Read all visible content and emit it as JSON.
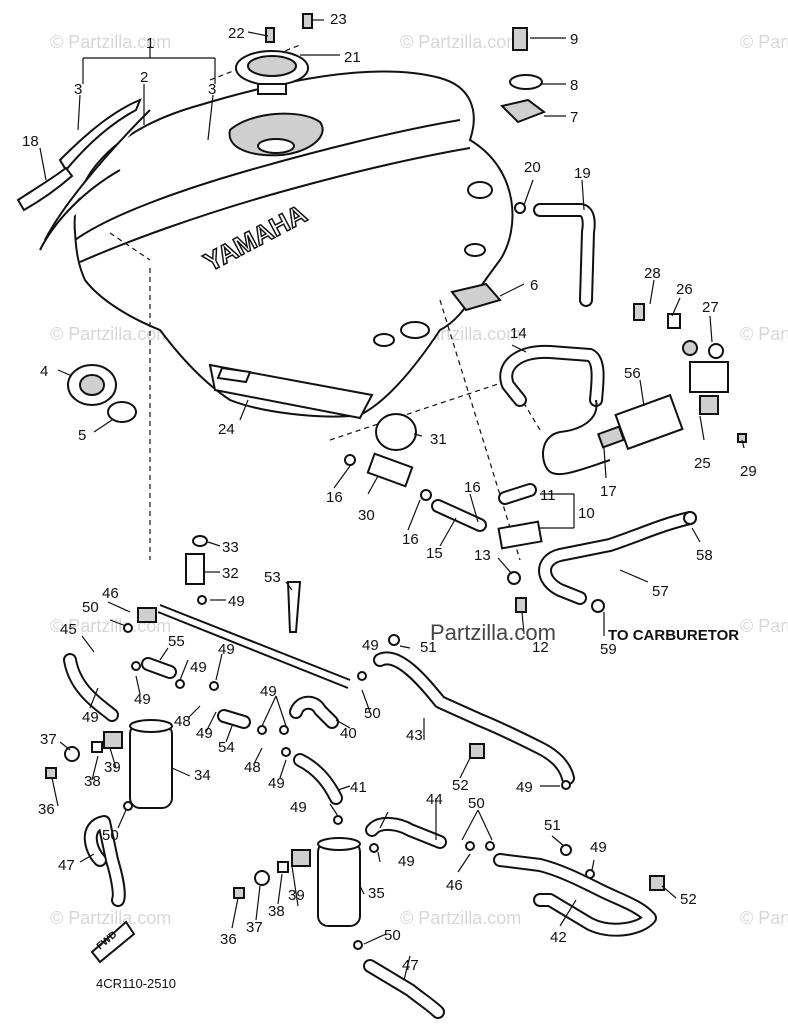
{
  "diagram": {
    "drawing_code": "4CR110-2510",
    "note_to_carburetor": "TO CARBURETOR",
    "tank_brand": "YAMAHA",
    "fwd_label": "FWD",
    "watermark_main": "Partzilla.com",
    "watermark_tile": "© Partzilla.com",
    "callouts": [
      {
        "id": "c1",
        "text": "1"
      },
      {
        "id": "c2",
        "text": "2"
      },
      {
        "id": "c3a",
        "text": "3"
      },
      {
        "id": "c3b",
        "text": "3"
      },
      {
        "id": "c4",
        "text": "4"
      },
      {
        "id": "c5",
        "text": "5"
      },
      {
        "id": "c6",
        "text": "6"
      },
      {
        "id": "c7",
        "text": "7"
      },
      {
        "id": "c8",
        "text": "8"
      },
      {
        "id": "c9",
        "text": "9"
      },
      {
        "id": "c10",
        "text": "10"
      },
      {
        "id": "c11",
        "text": "11"
      },
      {
        "id": "c12",
        "text": "12"
      },
      {
        "id": "c13",
        "text": "13"
      },
      {
        "id": "c14",
        "text": "14"
      },
      {
        "id": "c15",
        "text": "15"
      },
      {
        "id": "c16a",
        "text": "16"
      },
      {
        "id": "c16b",
        "text": "16"
      },
      {
        "id": "c16c",
        "text": "16"
      },
      {
        "id": "c17",
        "text": "17"
      },
      {
        "id": "c18",
        "text": "18"
      },
      {
        "id": "c19",
        "text": "19"
      },
      {
        "id": "c20",
        "text": "20"
      },
      {
        "id": "c21",
        "text": "21"
      },
      {
        "id": "c22",
        "text": "22"
      },
      {
        "id": "c23",
        "text": "23"
      },
      {
        "id": "c24",
        "text": "24"
      },
      {
        "id": "c25",
        "text": "25"
      },
      {
        "id": "c26",
        "text": "26"
      },
      {
        "id": "c27",
        "text": "27"
      },
      {
        "id": "c28",
        "text": "28"
      },
      {
        "id": "c29",
        "text": "29"
      },
      {
        "id": "c30",
        "text": "30"
      },
      {
        "id": "c31",
        "text": "31"
      },
      {
        "id": "c32",
        "text": "32"
      },
      {
        "id": "c33",
        "text": "33"
      },
      {
        "id": "c34",
        "text": "34"
      },
      {
        "id": "c35",
        "text": "35"
      },
      {
        "id": "c36a",
        "text": "36"
      },
      {
        "id": "c36b",
        "text": "36"
      },
      {
        "id": "c37a",
        "text": "37"
      },
      {
        "id": "c37b",
        "text": "37"
      },
      {
        "id": "c38a",
        "text": "38"
      },
      {
        "id": "c38b",
        "text": "38"
      },
      {
        "id": "c39a",
        "text": "39"
      },
      {
        "id": "c39b",
        "text": "39"
      },
      {
        "id": "c40",
        "text": "40"
      },
      {
        "id": "c41",
        "text": "41"
      },
      {
        "id": "c42",
        "text": "42"
      },
      {
        "id": "c43",
        "text": "43"
      },
      {
        "id": "c44",
        "text": "44"
      },
      {
        "id": "c45",
        "text": "45"
      },
      {
        "id": "c46a",
        "text": "46"
      },
      {
        "id": "c46b",
        "text": "46"
      },
      {
        "id": "c47a",
        "text": "47"
      },
      {
        "id": "c47b",
        "text": "47"
      },
      {
        "id": "c48a",
        "text": "48"
      },
      {
        "id": "c48b",
        "text": "48"
      },
      {
        "id": "c49a",
        "text": "49"
      },
      {
        "id": "c49b",
        "text": "49"
      },
      {
        "id": "c49c",
        "text": "49"
      },
      {
        "id": "c49d",
        "text": "49"
      },
      {
        "id": "c49e",
        "text": "49"
      },
      {
        "id": "c49f",
        "text": "49"
      },
      {
        "id": "c49g",
        "text": "49"
      },
      {
        "id": "c49h",
        "text": "49"
      },
      {
        "id": "c49i",
        "text": "49"
      },
      {
        "id": "c49j",
        "text": "49"
      },
      {
        "id": "c49k",
        "text": "49"
      },
      {
        "id": "c49l",
        "text": "49"
      },
      {
        "id": "c49m",
        "text": "49"
      },
      {
        "id": "c50a",
        "text": "50"
      },
      {
        "id": "c50b",
        "text": "50"
      },
      {
        "id": "c50c",
        "text": "50"
      },
      {
        "id": "c50d",
        "text": "50"
      },
      {
        "id": "c50e",
        "text": "50"
      },
      {
        "id": "c51a",
        "text": "51"
      },
      {
        "id": "c51b",
        "text": "51"
      },
      {
        "id": "c52a",
        "text": "52"
      },
      {
        "id": "c52b",
        "text": "52"
      },
      {
        "id": "c53",
        "text": "53"
      },
      {
        "id": "c54",
        "text": "54"
      },
      {
        "id": "c55",
        "text": "55"
      },
      {
        "id": "c56",
        "text": "56"
      },
      {
        "id": "c57",
        "text": "57"
      },
      {
        "id": "c58",
        "text": "58"
      },
      {
        "id": "c59",
        "text": "59"
      }
    ]
  }
}
